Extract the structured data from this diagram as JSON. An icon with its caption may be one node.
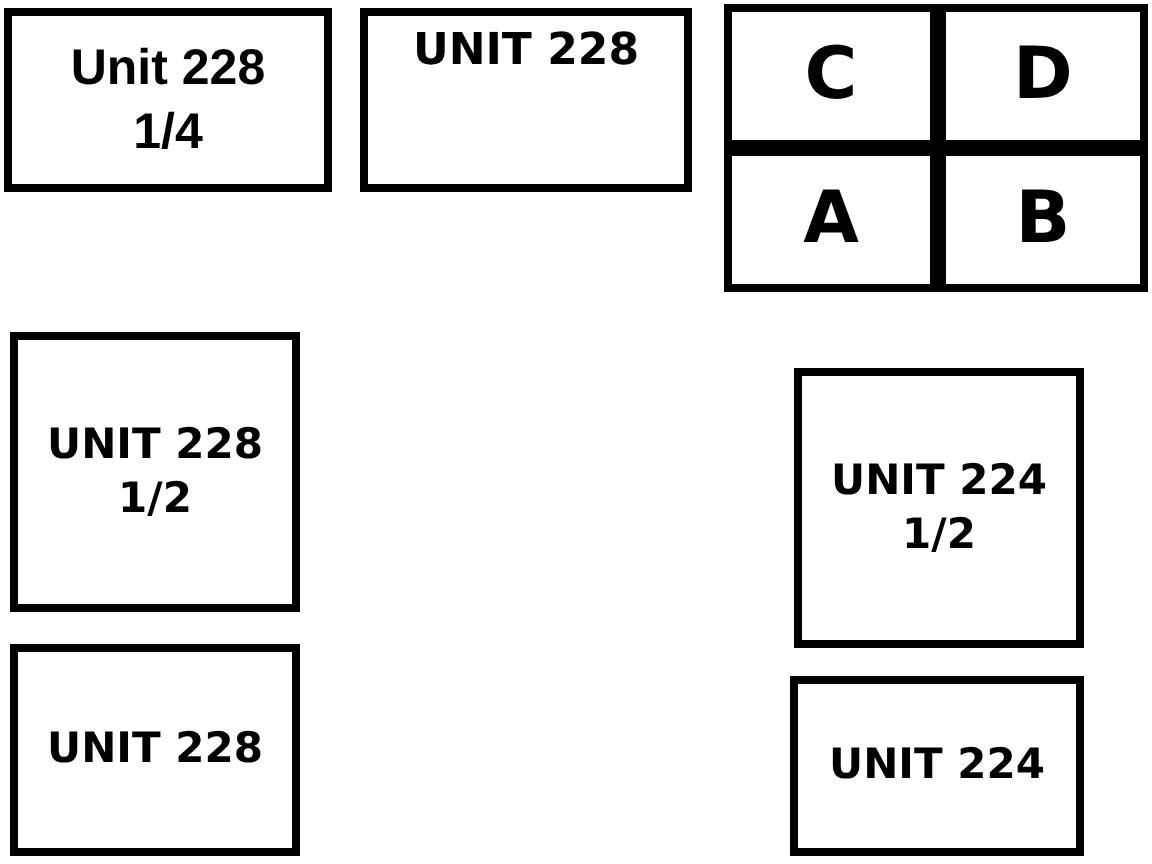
{
  "diagram": {
    "nodes": [
      {
        "text": [
          "Unit 228 1/4"
        ]
      },
      {
        "text": [
          "UNIT 228"
        ]
      },
      {
        "text": [
          "C"
        ]
      },
      {
        "text": [
          "D"
        ]
      },
      {
        "text": [
          "A"
        ]
      },
      {
        "text": [
          "B"
        ]
      },
      {
        "text": [
          "UNIT 228 1/2"
        ]
      },
      {
        "text": [
          "UNIT 224 1/2"
        ]
      },
      {
        "text": [
          "UNIT 228"
        ]
      },
      {
        "text": [
          "UNIT 224"
        ]
      }
    ]
  }
}
